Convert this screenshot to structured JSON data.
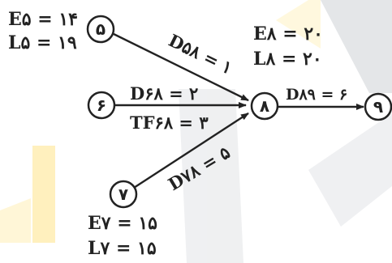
{
  "colors": {
    "ink": "#222222",
    "watermark_gray": "#cfd2d6",
    "watermark_yellow": "#ffe58a"
  },
  "nodes": [
    {
      "id": "5",
      "label": "۵"
    },
    {
      "id": "6",
      "label": "۶"
    },
    {
      "id": "7",
      "label": "۷"
    },
    {
      "id": "8",
      "label": "۸"
    },
    {
      "id": "9",
      "label": "۹"
    }
  ],
  "annotations": {
    "e5": "E۵ = ۱۴",
    "l5": "L۵ = ۱۹",
    "e8": "E۸ = ۲۰",
    "l8": "L۸ = ۲۰",
    "e7": "E۷ = ۱۵",
    "l7": "L۷ = ۱۵"
  },
  "edges": [
    {
      "from": "5",
      "to": "8",
      "label": "D۵۸ = ۱"
    },
    {
      "from": "6",
      "to": "8",
      "label": "D۶۸ = ۲",
      "label2": "TF۶۸ = ۳"
    },
    {
      "from": "7",
      "to": "8",
      "label": "D۷۸ = ۵"
    },
    {
      "from": "8",
      "to": "9",
      "label": "D۸۹ = ۶"
    }
  ]
}
